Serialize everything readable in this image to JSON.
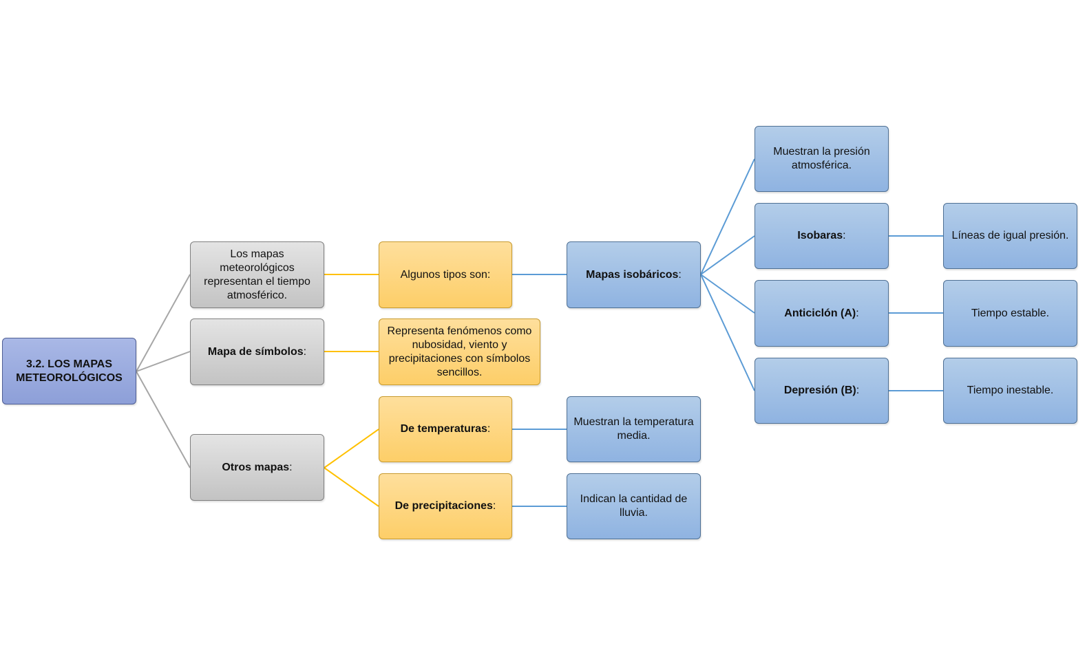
{
  "root": {
    "title": "3.2. LOS MAPAS METEOROLÓGICOS"
  },
  "level1": {
    "definition": "Los mapas meteorológicos representan el tiempo atmosférico.",
    "symbols": {
      "label": "Mapa de símbolos",
      "suffix": ":"
    },
    "others": {
      "label": "Otros mapas",
      "suffix": ":"
    }
  },
  "level2": {
    "types": "Algunos tipos son:",
    "symbols_desc": "Representa fenómenos como nubosidad, viento y precipitaciones con símbolos sencillos.",
    "temperatures": {
      "label": "De temperaturas",
      "suffix": ":"
    },
    "precipitations": {
      "label": "De precipitaciones",
      "suffix": ":"
    }
  },
  "level3": {
    "isobaric": {
      "label": "Mapas isobáricos",
      "suffix": ":"
    },
    "temperature_desc": "Muestran la temperatura media.",
    "precipitation_desc": "Indican la cantidad de lluvia."
  },
  "level4": {
    "pressure_desc": "Muestran la presión atmosférica.",
    "isobars": {
      "label": "Isobaras",
      "suffix": ":"
    },
    "anticyclone": {
      "label": "Anticiclón (A)",
      "suffix": ":"
    },
    "depression": {
      "label": "Depresión (B)",
      "suffix": ":"
    }
  },
  "level5": {
    "isobars_desc": "Líneas de igual presión.",
    "anticyclone_desc": "Tiempo estable.",
    "depression_desc": "Tiempo inestable."
  },
  "colors": {
    "gray_connector": "#a6a6a6",
    "orange_connector": "#ffc000",
    "blue_connector": "#5b9bd5"
  }
}
